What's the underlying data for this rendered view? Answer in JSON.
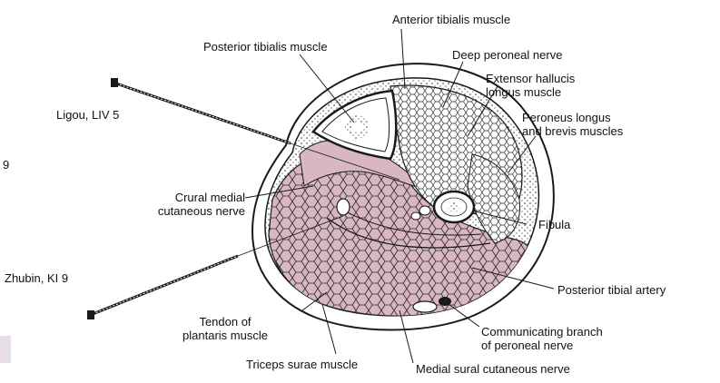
{
  "figure_number": "9",
  "labels": {
    "anterior_tibialis": "Anterior tibialis muscle",
    "posterior_tibialis": "Posterior tibialis muscle",
    "deep_peroneal": "Deep peroneal nerve",
    "extensor_hallucis_1": "Extensor hallucis",
    "extensor_hallucis_2": "longus muscle",
    "peroneus_1": "Peroneus longus",
    "peroneus_2": "and brevis muscles",
    "ligou": "Ligou, LIV 5",
    "crural_1": "Crural medial",
    "crural_2": "cutaneous nerve",
    "fibula": "Fibula",
    "zhubin": "Zhubin, KI 9",
    "post_tibial_artery": "Posterior tibial artery",
    "tendon_1": "Tendon of",
    "tendon_2": "plantaris muscle",
    "communicating_1": "Communicating branch",
    "communicating_2": "of peroneal nerve",
    "triceps": "Triceps surae muscle",
    "medial_sural": "Medial sural cutaneous nerve"
  },
  "colors": {
    "muscle_pink": "#d8b7c3",
    "line": "#1a1a1a",
    "background": "#ffffff"
  }
}
